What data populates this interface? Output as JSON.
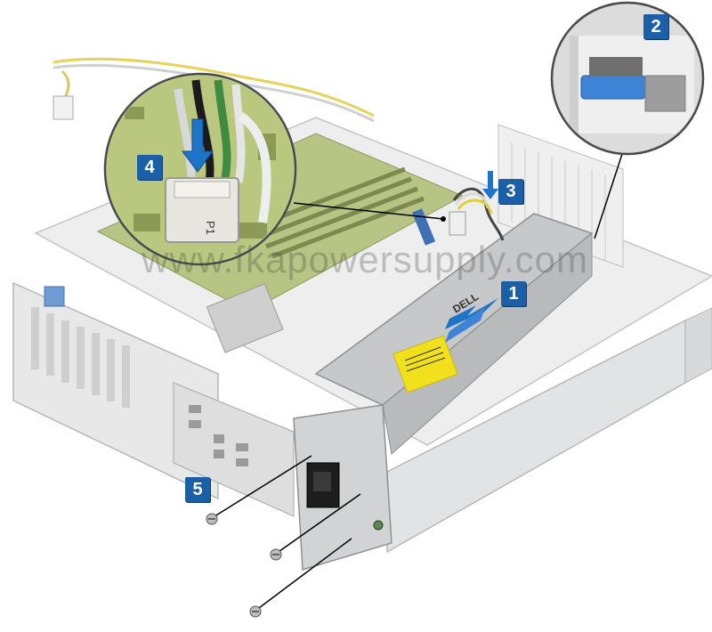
{
  "steps": [
    {
      "number": "1",
      "meaning": "slide power supply unit"
    },
    {
      "number": "2",
      "meaning": "release tab"
    },
    {
      "number": "3",
      "meaning": "disconnect cable"
    },
    {
      "number": "4",
      "meaning": "press connector latch"
    },
    {
      "number": "5",
      "meaning": "remove screws"
    }
  ],
  "connector_label": "P1",
  "psu_brand": "DELL",
  "watermark": "www.fkapowersupply.com",
  "colors": {
    "badge": "#1b5fa6",
    "arrow": "#1e74c9",
    "release_tab": "#3d84d6",
    "label_sticker": "#f3e01d",
    "chassis": "#e6e7e8",
    "board": "#b7c483"
  }
}
